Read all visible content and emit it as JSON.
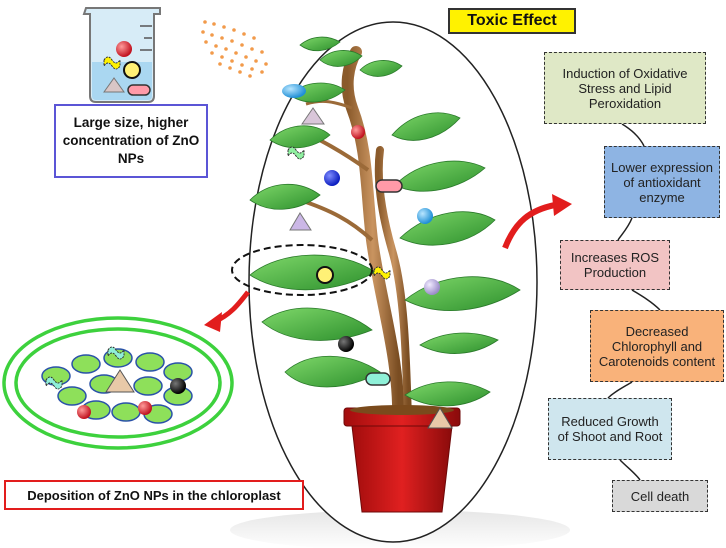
{
  "title": "Toxic Effect",
  "source_label": "Large size, higher concentration of ZnO NPs",
  "deposition_label": "Deposition of ZnO NPs in the chloroplast",
  "effects": [
    "Induction of Oxidative Stress and Lipid Peroxidation",
    "Lower expression of antioxidant enzyme",
    "Increases ROS Production",
    "Decreased Chlorophyll and Carotenoids content",
    "Reduced Growth of Shoot and Root",
    "Cell death"
  ],
  "colors": {
    "title_bg": "#fff200",
    "effect_1": "#dfe8c6",
    "effect_2": "#8eb4e3",
    "effect_3": "#f2c4c4",
    "effect_4": "#f9b27a",
    "effect_5": "#cfe6ee",
    "effect_6": "#d9d9d9",
    "arrow": "#e21d1d",
    "chloroplast_ring": "#3dd13d"
  }
}
